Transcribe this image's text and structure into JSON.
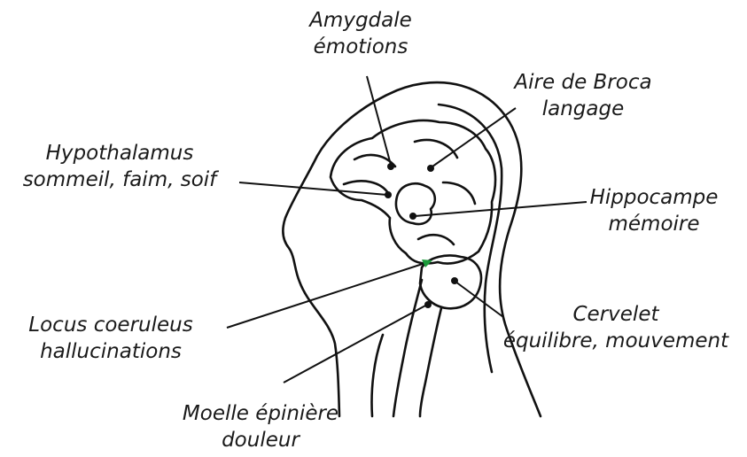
{
  "colors": {
    "ink": "#111111",
    "accent": "#1a9a3a"
  },
  "labels": {
    "amygdale": {
      "title": "Amygdale",
      "desc": "émotions"
    },
    "broca": {
      "title": "Aire de Broca",
      "desc": "langage"
    },
    "hypothalamus": {
      "title": "Hypothalamus",
      "desc": "sommeil, faim, soif"
    },
    "hippocampe": {
      "title": "Hippocampe",
      "desc": "mémoire"
    },
    "locus": {
      "title": "Locus coeruleus",
      "desc": "hallucinations"
    },
    "cervelet": {
      "title": "Cervelet",
      "desc": "équilibre, mouvement"
    },
    "moelle": {
      "title": "Moelle épinière",
      "desc": "douleur"
    }
  }
}
